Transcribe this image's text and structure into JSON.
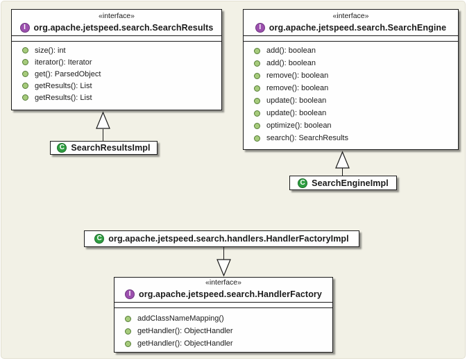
{
  "stereotype": "«interface»",
  "icons": {
    "interface_letter": "I",
    "class_letter": "C"
  },
  "colors": {
    "background": "#F2F1E6",
    "box_fill": "#FEFEFE",
    "box_border": "#000000",
    "interface_icon_bg": "#9C50AE",
    "class_icon_bg": "#2E9E41",
    "method_icon_fill": "#A6CB7C",
    "method_icon_border": "#527A33"
  },
  "boxes": {
    "search_results": {
      "title": "org.apache.jetspeed.search.SearchResults",
      "methods": [
        "size(): int",
        "iterator(): Iterator",
        "get(): ParsedObject",
        "getResults(): List",
        "getResults(): List"
      ]
    },
    "search_engine": {
      "title": "org.apache.jetspeed.search.SearchEngine",
      "methods": [
        "add(): boolean",
        "add(): boolean",
        "remove(): boolean",
        "remove(): boolean",
        "update(): boolean",
        "update(): boolean",
        "optimize(): boolean",
        "search(): SearchResults"
      ]
    },
    "handler_factory": {
      "title": "org.apache.jetspeed.search.HandlerFactory",
      "methods": [
        "addClassNameMapping()",
        "getHandler(): ObjectHandler",
        "getHandler(): ObjectHandler"
      ]
    },
    "search_results_impl": {
      "title": "SearchResultsImpl"
    },
    "search_engine_impl": {
      "title": "SearchEngineImpl"
    },
    "handler_factory_impl": {
      "title": "org.apache.jetspeed.search.handlers.HandlerFactoryImpl"
    }
  }
}
